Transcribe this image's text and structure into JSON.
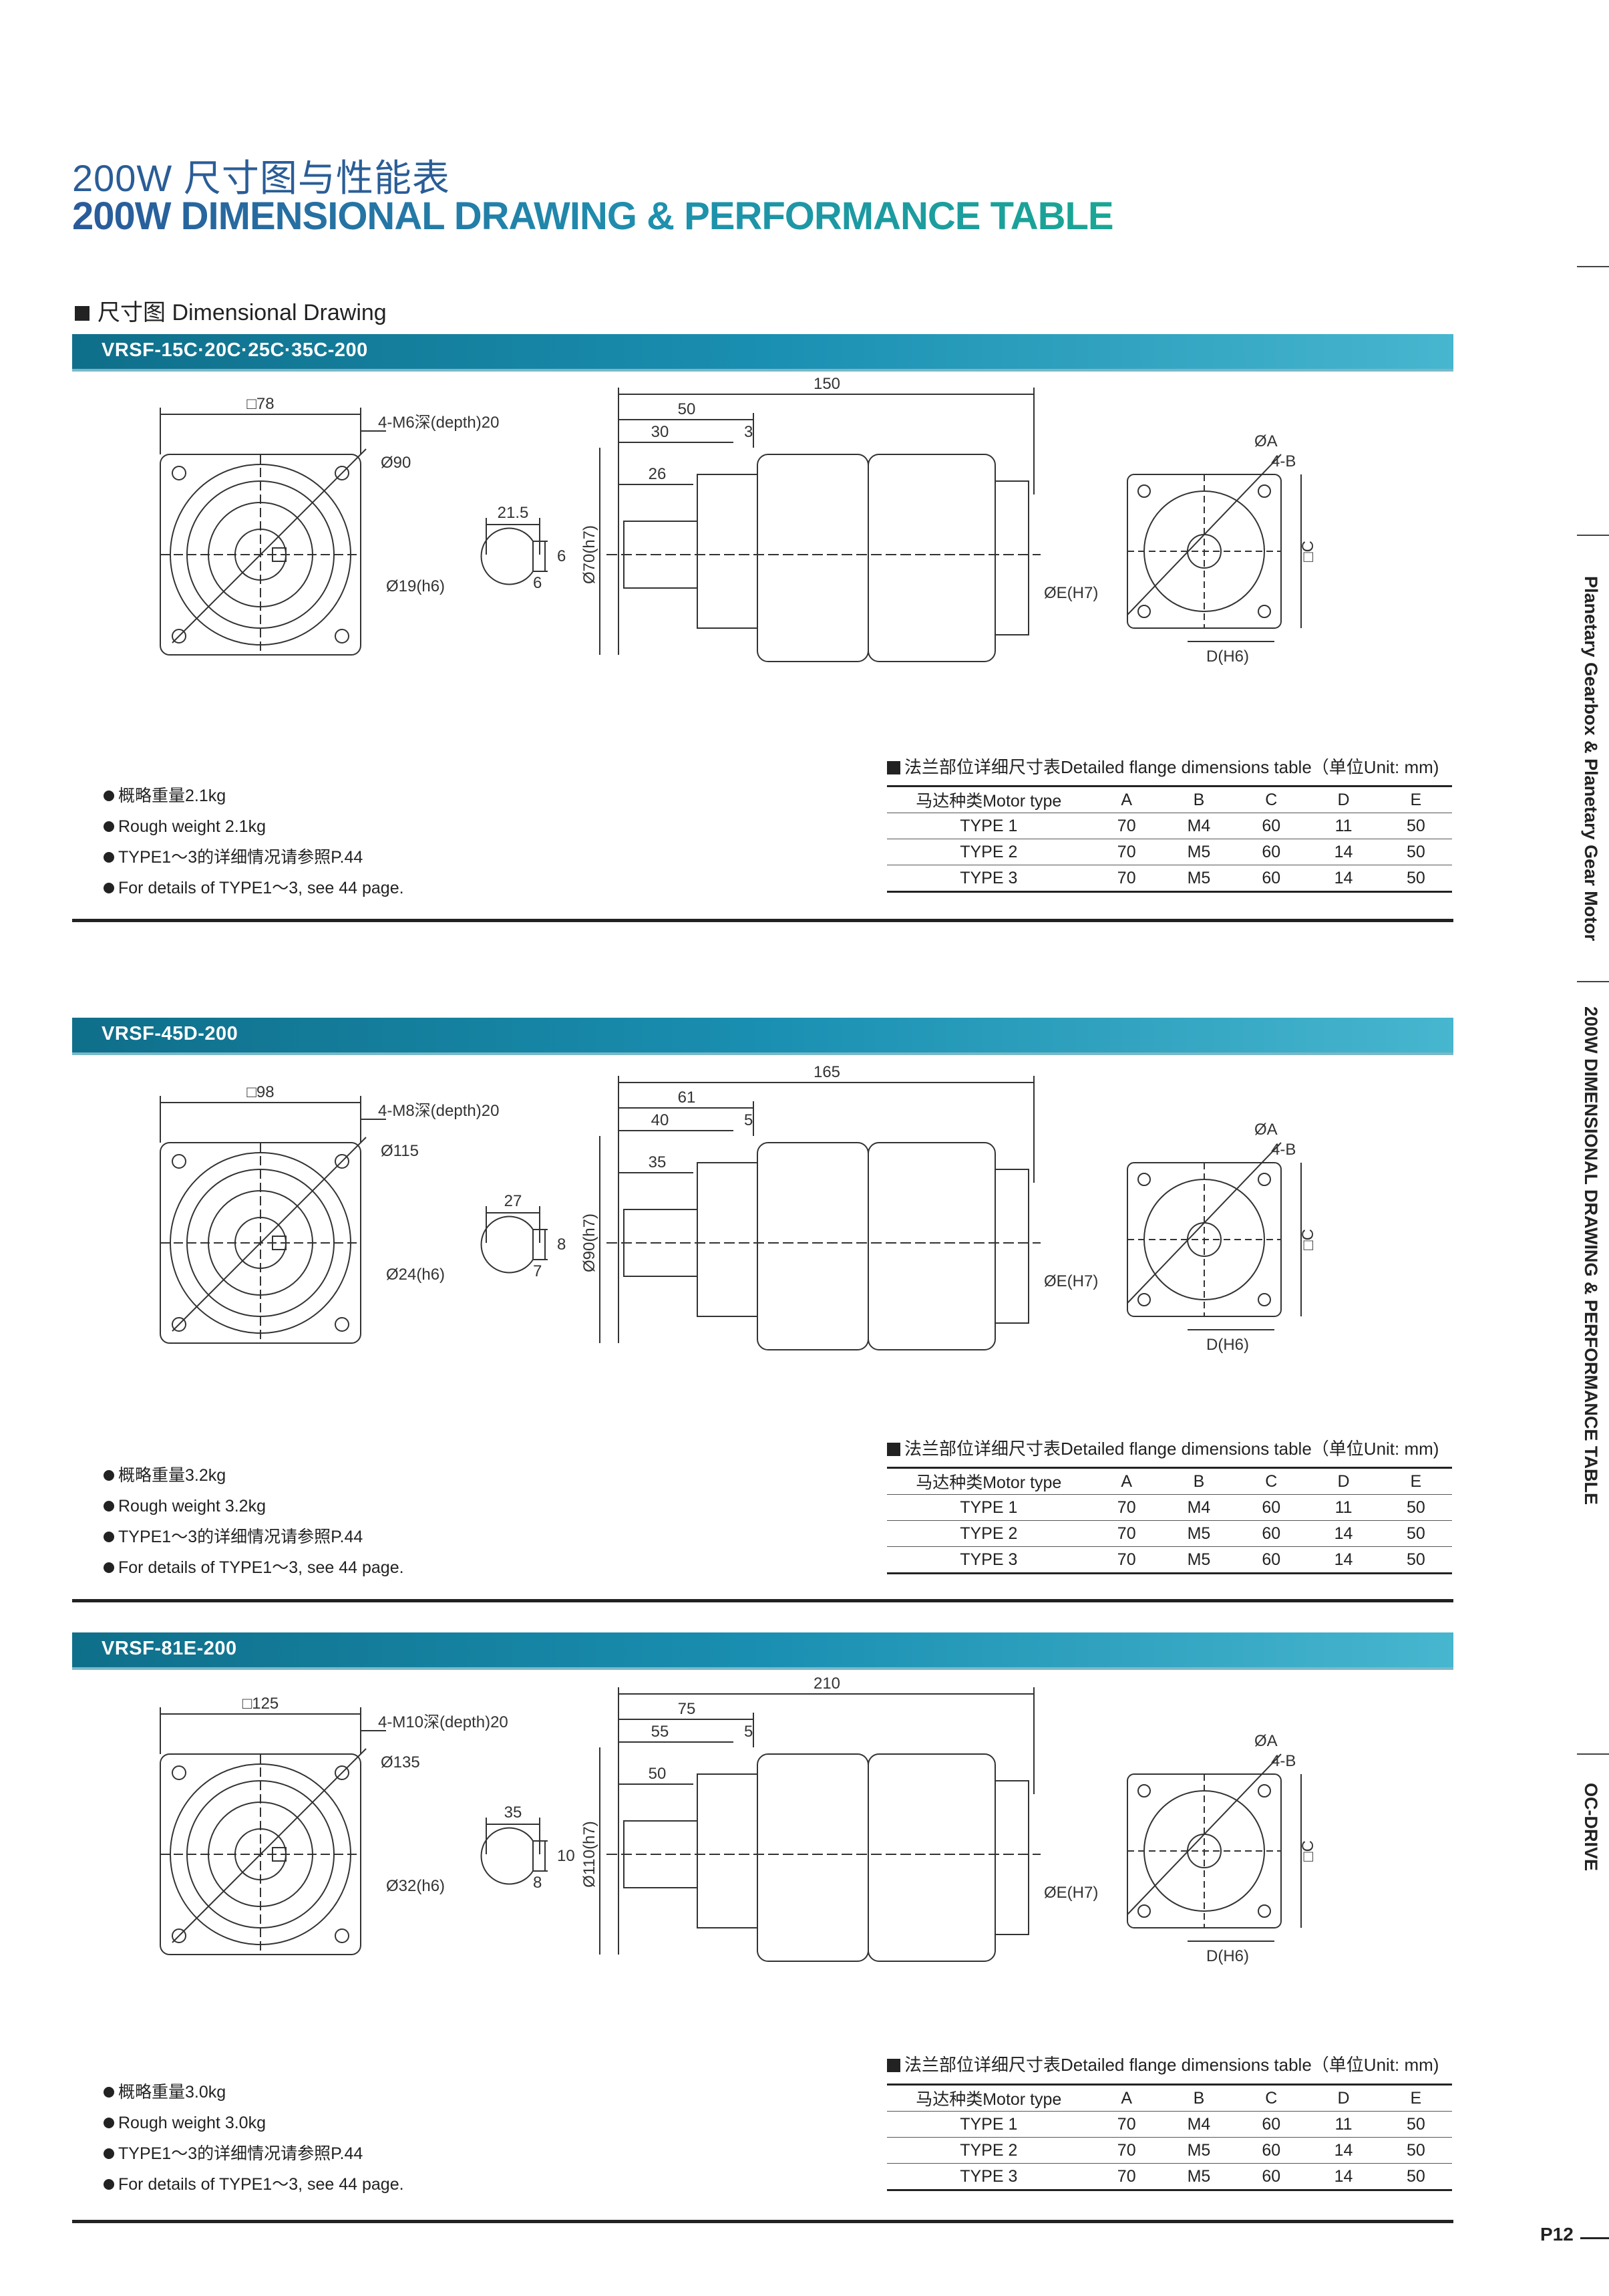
{
  "header": {
    "title_cn": "200W 尺寸图与性能表",
    "title_en": "200W DIMENSIONAL DRAWING & PERFORMANCE TABLE"
  },
  "section_heading": "尺寸图 Dimensional Drawing",
  "side_tabs": [
    "Planetary Gearbox & Planetary Gear Motor",
    "200W DIMENSIONAL DRAWING & PERFORMANCE TABLE",
    "OC-DRIVE"
  ],
  "page_number": "P12",
  "table_headers": [
    "马达种类Motor type",
    "A",
    "B",
    "C",
    "D",
    "E"
  ],
  "sections": [
    {
      "model": "VRSF-15C·20C·25C·35C-200",
      "dims": {
        "square": "□78",
        "holes": "4-M6深(depth)20",
        "pcd": "Ø90",
        "key_w": "21.5",
        "key_h1": "6",
        "key_h2": "6",
        "shaft": "Ø19(h6)",
        "total": "150",
        "d1": "50",
        "d2": "30",
        "d3": "3",
        "d4": "26",
        "pilot": "Ø70(h7)"
      },
      "notes": [
        "概略重量2.1kg",
        "Rough weight 2.1kg",
        "TYPE1～3的详细情况请参照P.44",
        "For details of TYPE1～3, see 44 page."
      ],
      "flange_title": "法兰部位详细尺寸表Detailed flange dimensions table（单位Unit: mm)",
      "flange_rows": [
        [
          "TYPE 1",
          "70",
          "M4",
          "60",
          "11",
          "50"
        ],
        [
          "TYPE 2",
          "70",
          "M5",
          "60",
          "14",
          "50"
        ],
        [
          "TYPE 3",
          "70",
          "M5",
          "60",
          "14",
          "50"
        ]
      ]
    },
    {
      "model": "VRSF-45D-200",
      "dims": {
        "square": "□98",
        "holes": "4-M8深(depth)20",
        "pcd": "Ø115",
        "key_w": "27",
        "key_h1": "8",
        "key_h2": "7",
        "shaft": "Ø24(h6)",
        "total": "165",
        "d1": "61",
        "d2": "40",
        "d3": "5",
        "d4": "35",
        "pilot": "Ø90(h7)"
      },
      "notes": [
        "概略重量3.2kg",
        "Rough weight 3.2kg",
        "TYPE1～3的详细情况请参照P.44",
        "For details of TYPE1～3, see 44 page."
      ],
      "flange_title": "法兰部位详细尺寸表Detailed flange dimensions table（单位Unit: mm)",
      "flange_rows": [
        [
          "TYPE 1",
          "70",
          "M4",
          "60",
          "11",
          "50"
        ],
        [
          "TYPE 2",
          "70",
          "M5",
          "60",
          "14",
          "50"
        ],
        [
          "TYPE 3",
          "70",
          "M5",
          "60",
          "14",
          "50"
        ]
      ]
    },
    {
      "model": "VRSF-81E-200",
      "dims": {
        "square": "□125",
        "holes": "4-M10深(depth)20",
        "pcd": "Ø135",
        "key_w": "35",
        "key_h1": "10",
        "key_h2": "8",
        "shaft": "Ø32(h6)",
        "total": "210",
        "d1": "75",
        "d2": "55",
        "d3": "5",
        "d4": "50",
        "pilot": "Ø110(h7)"
      },
      "notes": [
        "概略重量3.0kg",
        "Rough weight 3.0kg",
        "TYPE1～3的详细情况请参照P.44",
        "For details of TYPE1～3, see 44 page."
      ],
      "flange_title": "法兰部位详细尺寸表Detailed flange dimensions table（单位Unit: mm)",
      "flange_rows": [
        [
          "TYPE 1",
          "70",
          "M4",
          "60",
          "11",
          "50"
        ],
        [
          "TYPE 2",
          "70",
          "M5",
          "60",
          "14",
          "50"
        ],
        [
          "TYPE 3",
          "70",
          "M5",
          "60",
          "14",
          "50"
        ]
      ]
    }
  ],
  "flange_labels": {
    "oa": "ØA",
    "b": "4-B",
    "c": "□C",
    "e": "ØE(H7)",
    "d": "D(H6)"
  }
}
